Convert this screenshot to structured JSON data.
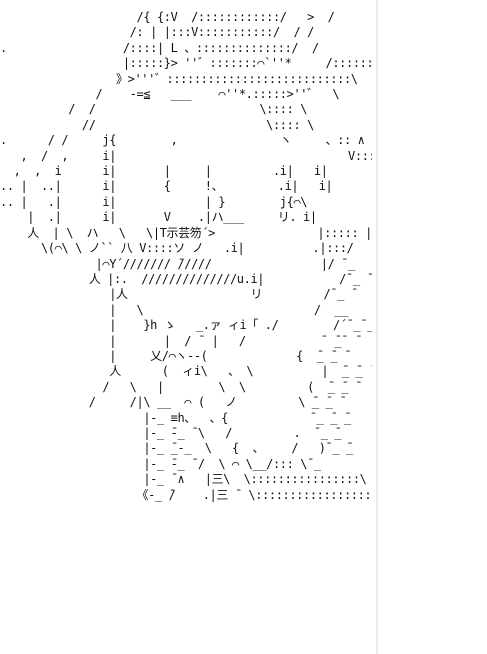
{
  "art": {
    "lines": [
      "                    /{ {:V  /::::::::::::/   >  /          /",
      "                   /: | |:::V:::::::::::/  / /          / :: /",
      ".                 /::::| L 、::::::::::::::/  /            /::: /",
      "                  |:::::}> ''゛:::::::⌒`''*     /::::::::/",
      "                 》>'''゛:::::::::::::::::::::::::::\\  {:::::::/",
      "              /    -=≦   ___    ⌒''*.:::::>''゛  \\",
      "          /  /                        \\:::: \\",
      "            //                         \\:::: \\",
      ".      / /     j{        ,               ヽ     、:: ∧",
      "   ,  /  ,     i|                                  V:::",
      "  ,  ,  i      i|       |     |         .i|   i|       ::::::}",
      ".. |  ..|      i|       {     !、        .i|   i|       |::::: |",
      ".. |   .|      i|             | }        j{⌒\\          |:::: |",
      "    |  .|      i|       V    .|ハ___     リ. i|         .|:::: |",
      "    人  | \\  ハ   \\   \\|T示芸笏´>               |::::: |",
      "      \\(⌒\\ \\ ノ`` 八 V::::ソ ノ   .i|          .|:::/",
      "              |⌒Y´/////// ̄/////                |/ ¯_",
      "             人 |:.  //////////////u.i|           /¯_ ̄",
      "                |人                  リ         /¯_ ̄",
      "                |   \\                         /  __",
      "                |    }h ゝ   _.ァ ィi「 ./        /´¯_¯_¯ヽ",
      "                |       |  / ̄  |   /           ¯ ̄_¯ ̄",
      "                |     乂/⌒ヽ--(             {  ̄_ ̄_ ̄",
      "                人      (  ィi\\   、 \\          |  ̄_ ̄_ ̄",
      "               /   \\   |        \\  \\         (  ̄_ ̄_ ̄",
      "             /     /|\\ __  ⌒ (   ノ         \\ ̄_ ̄_ ̄",
      "                     |-_ ≡h、  、{            ¯_ ̄_ ̄_",
      "                     |-_ ̄-_ ̄ \\   /         .  ¯_ ̄_",
      "                     |-_ ̄_-_  \\   {  、    /   )¯_ ̄_",
      "                     |-_ ̄-_ ̄ /  \\ ⌒ \\__/::: \\¯_",
      "                     |-_ ̄ ∧   |三\\  \\::::::::::::::::\\",
      "                    《-_ ̄/    .|三 ̄  \\:::::::::::::::::"
    ]
  }
}
